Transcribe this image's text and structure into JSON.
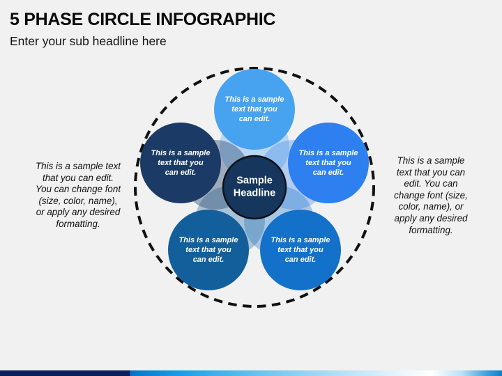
{
  "slide": {
    "title": "5 PHASE CIRCLE INFOGRAPHIC",
    "subtitle": "Enter your sub headline here",
    "background_color": "#F1F1F2"
  },
  "infographic": {
    "outer_ring": {
      "style": "dashed",
      "color": "#111111"
    },
    "center": {
      "label": "Sample\nHeadline",
      "color": "#16365D",
      "border_color": "#0D1117",
      "text_color": "#FFFFFF"
    },
    "petals": [
      {
        "position": "top",
        "label": "This is a sample\ntext that you\ncan edit.",
        "color": "#47A3F0"
      },
      {
        "position": "right",
        "label": "This is a sample\ntext that you\ncan edit.",
        "color": "#2E80F0"
      },
      {
        "position": "bottom-right",
        "label": "This is a sample\ntext that you\ncan edit.",
        "color": "#1371C9"
      },
      {
        "position": "bottom-left",
        "label": "This is a sample\ntext that you\ncan edit.",
        "color": "#135F9C"
      },
      {
        "position": "left",
        "label": "This is a sample\ntext that you\ncan edit.",
        "color": "#1B3B66"
      }
    ]
  },
  "side_notes": {
    "left": "This is a sample text\nthat you can edit.\nYou can change font\n(size, color, name),\nor apply any desired\nformatting.",
    "right": "This is a sample\ntext that you can\nedit. You can\nchange font (size,\ncolor, name), or\napply any desired\nformatting."
  },
  "footer_bar": {
    "left_color": "#0A1F5C",
    "mid_color": "#16A0E8",
    "highlight_color": "#FFFFFF",
    "right_color": "#0B82C9"
  }
}
